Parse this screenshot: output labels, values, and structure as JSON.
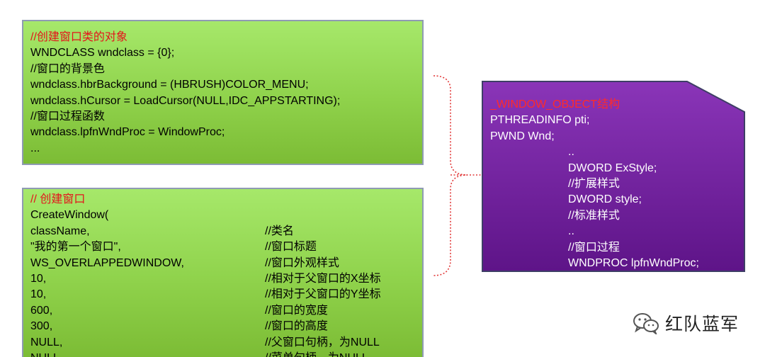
{
  "top_box": {
    "lines": [
      "//创建窗口类的对象",
      "WNDCLASS wndclass = {0};",
      "//窗口的背景色",
      "wndclass.hbrBackground = (HBRUSH)COLOR_MENU;",
      "wndclass.hCursor = LoadCursor(NULL,IDC_APPSTARTING);",
      "//窗口过程函数",
      "wndclass.lpfnWndProc = WindowProc;",
      "..."
    ]
  },
  "bottom_box": {
    "title": "// 创建窗口",
    "call": "CreateWindow(",
    "rows": [
      {
        "code": "className,",
        "comment": "//类名"
      },
      {
        "code": "\"我的第一个窗口\",",
        "comment": "//窗口标题"
      },
      {
        "code": "WS_OVERLAPPEDWINDOW,",
        "comment": "//窗口外观样式"
      },
      {
        "code": "10,",
        "comment": "//相对于父窗口的X坐标"
      },
      {
        "code": "10,",
        "comment": "//相对于父窗口的Y坐标"
      },
      {
        "code": "600,",
        "comment": "//窗口的宽度"
      },
      {
        "code": "300,",
        "comment": "//窗口的高度"
      },
      {
        "code": "NULL,",
        "comment": "//父窗口句柄，为NULL"
      },
      {
        "code": "NULL,",
        "comment": "//菜单句柄，为NULL"
      }
    ]
  },
  "object_box": {
    "title": "_WINDOW_OBJECT结构",
    "lines": [
      "PTHREADINFO pti;",
      "PWND Wnd;"
    ],
    "indented_lines": [
      "..",
      "DWORD ExStyle;",
      "//扩展样式",
      "DWORD style;",
      "//标准样式",
      "..",
      "//窗口过程",
      "WNDPROC lpfnWndProc;"
    ]
  },
  "watermark": {
    "text": "红队蓝军",
    "icon": "wechat-icon"
  },
  "colors": {
    "box_green": "#8fd24b",
    "object_purple": "#7a2aa8",
    "comment_red": "#e4141b",
    "connector_red": "#e23a3a"
  }
}
